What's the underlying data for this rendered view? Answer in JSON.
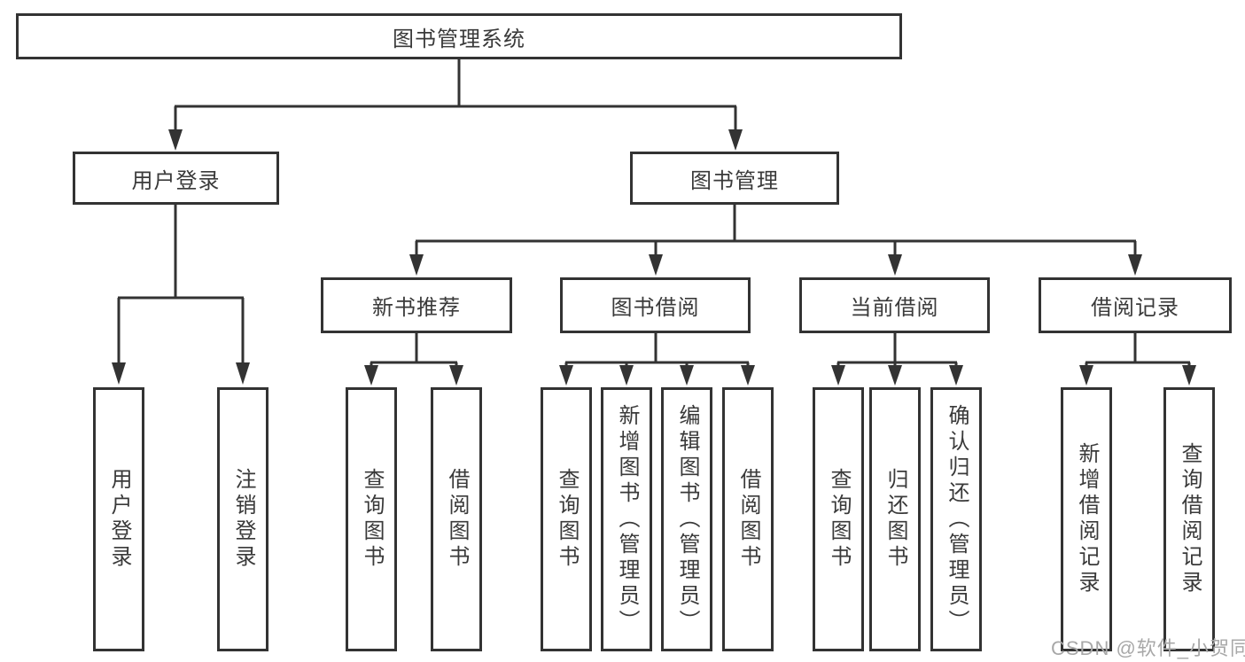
{
  "diagram": {
    "root": {
      "label": "图书管理系统",
      "children": [
        {
          "label": "用户登录",
          "children": [
            {
              "label": "用户登录"
            },
            {
              "label": "注销登录"
            }
          ]
        },
        {
          "label": "图书管理",
          "children": [
            {
              "label": "新书推荐",
              "children": [
                {
                  "label": "查询图书"
                },
                {
                  "label": "借阅图书"
                }
              ]
            },
            {
              "label": "图书借阅",
              "children": [
                {
                  "label": "查询图书"
                },
                {
                  "label": "新增图书（管理员）"
                },
                {
                  "label": "编辑图书（管理员）"
                },
                {
                  "label": "借阅图书"
                }
              ]
            },
            {
              "label": "当前借阅",
              "children": [
                {
                  "label": "查询图书"
                },
                {
                  "label": "归还图书"
                },
                {
                  "label": "确认归还（管理员）"
                }
              ]
            },
            {
              "label": "借阅记录",
              "children": [
                {
                  "label": "新增借阅记录"
                },
                {
                  "label": "查询借阅记录"
                }
              ]
            }
          ]
        }
      ]
    },
    "watermark": "CSDN @软件_小贺同学",
    "colors": {
      "line": "#333333",
      "text": "#3a3a3a",
      "watermark": "#a8a8a8",
      "background": "#ffffff"
    }
  }
}
